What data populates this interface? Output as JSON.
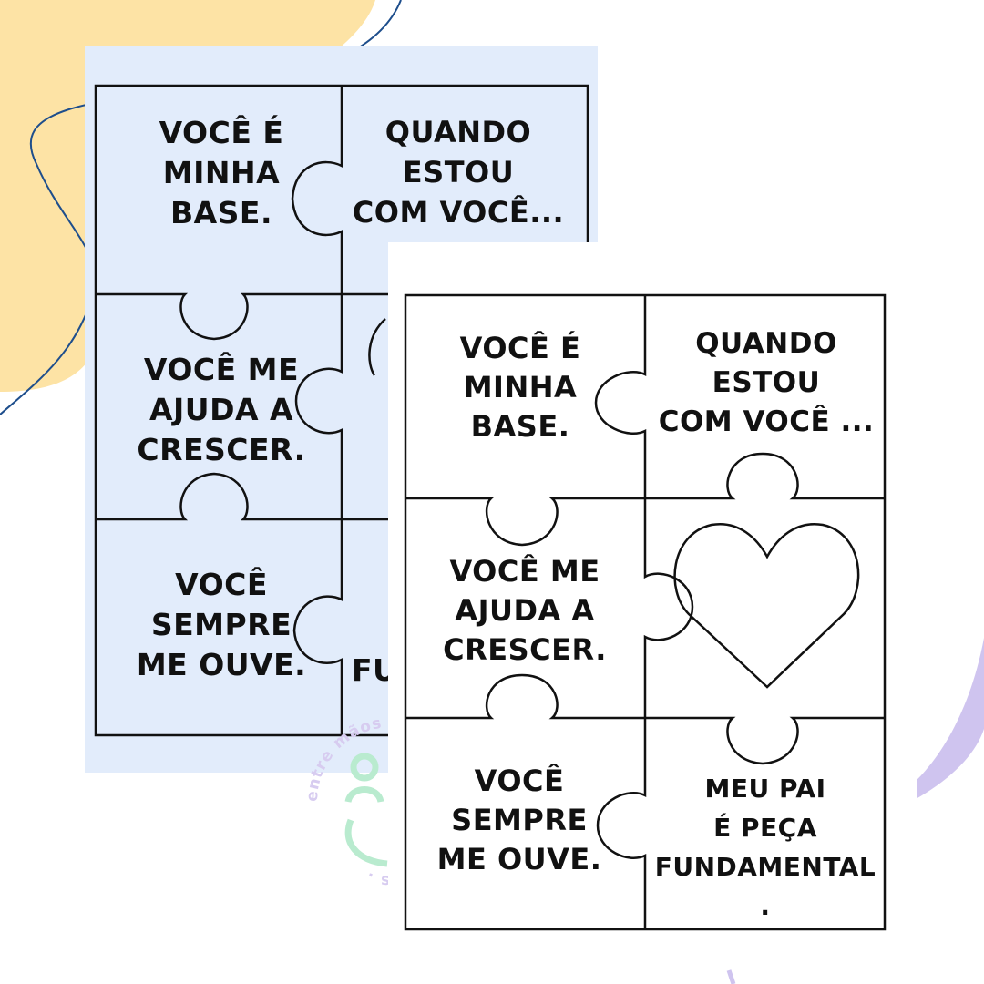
{
  "colors": {
    "background": "#ffffff",
    "blob_yellow": "#fde3a5",
    "outline_blue": "#1e4e8c",
    "back_card": "#e2ecfb",
    "lavender": "#cfc4ef",
    "watermark_green": "#b9ebcf",
    "watermark_text": "#d7ccf0"
  },
  "back_card": {
    "pieces": [
      {
        "text": "VOCÊ É\nMINHA\nBASE."
      },
      {
        "text": "QUANDO\nESTOU\nCOM VOCÊ..."
      },
      {
        "text": "VOCÊ ME\nAJUDA A\nCRESCER."
      },
      {
        "text": "VOCÊ\nSEMPRE\nME OUVE."
      },
      {
        "text": "FU"
      }
    ]
  },
  "front_card": {
    "pieces": [
      {
        "text": "VOCÊ É\nMINHA\nBASE."
      },
      {
        "text": "QUANDO\nESTOU\nCOM VOCÊ ..."
      },
      {
        "text": "VOCÊ ME\nAJUDA A\nCRESCER."
      },
      {
        "text": "VOCÊ\nSEMPRE\nME OUVE."
      },
      {
        "text": "MEU PAI\nÉ PEÇA\nFUNDAMENTAL ."
      }
    ],
    "heart_icon": "heart-outline-icon"
  },
  "watermark": {
    "text": "entre mãos . entre mãos . entre mãos . ",
    "icon": "two-people-icon"
  }
}
